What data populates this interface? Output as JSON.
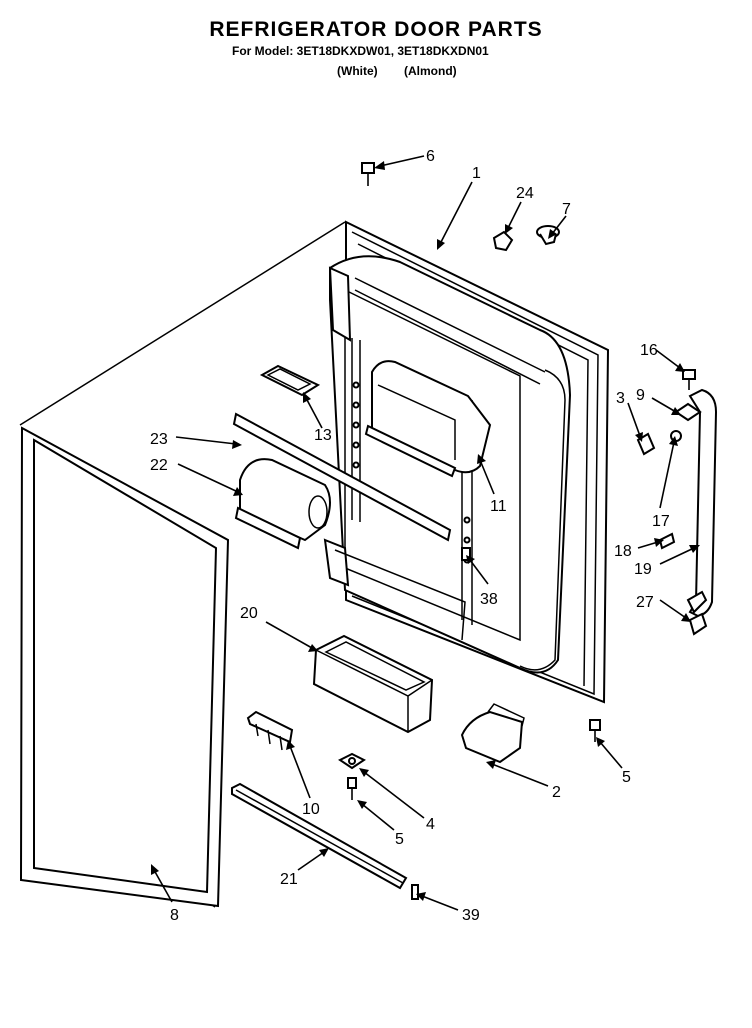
{
  "header": {
    "title": "REFRIGERATOR DOOR PARTS",
    "model_line": "For Model: 3ET18DKXDW01, 3ET18DKXDN01",
    "color_white": "(White)",
    "color_almond": "(Almond)"
  },
  "callouts": [
    "1",
    "2",
    "3",
    "4",
    "5",
    "5",
    "6",
    "7",
    "8",
    "9",
    "10",
    "11",
    "13",
    "16",
    "17",
    "18",
    "19",
    "20",
    "21",
    "22",
    "23",
    "24",
    "27",
    "38",
    "39"
  ]
}
